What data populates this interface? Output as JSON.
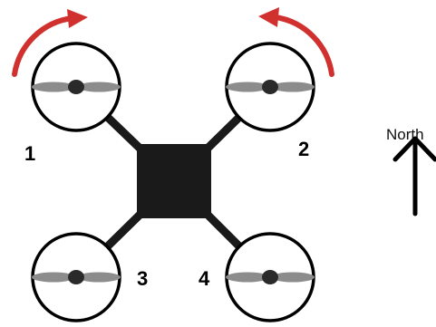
{
  "motors": [
    {
      "label": "1",
      "rotation": "clockwise"
    },
    {
      "label": "2",
      "rotation": "counter-clockwise"
    },
    {
      "label": "3"
    },
    {
      "label": "4"
    }
  ],
  "compass": {
    "label": "North"
  },
  "colors": {
    "frame": "#1a1a1a",
    "rotor_ring": "#000000",
    "propeller": "#8c8c8c",
    "hub": "#2a2a2a",
    "rotation_arrow": "#d0302e",
    "background": "#ffffff"
  }
}
